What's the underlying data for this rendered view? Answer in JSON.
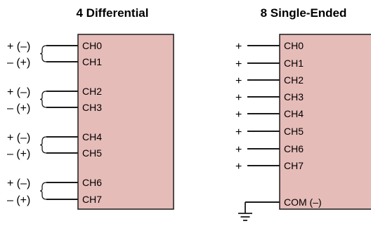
{
  "differential": {
    "title": "4 Differential",
    "channels": [
      "CH0",
      "CH1",
      "CH2",
      "CH3",
      "CH4",
      "CH5",
      "CH6",
      "CH7"
    ],
    "pair_signs": [
      "+ (–)",
      "– (+)"
    ]
  },
  "single_ended": {
    "title": "8 Single-Ended",
    "channels": [
      "CH0",
      "CH1",
      "CH2",
      "CH3",
      "CH4",
      "CH5",
      "CH6",
      "CH7"
    ],
    "input_sign": "+",
    "common": "COM (–)"
  },
  "colors": {
    "block_fill": "#e6bcb8",
    "line": "#1a1a1a"
  },
  "icons": [
    "ground-icon",
    "brace-icon"
  ]
}
